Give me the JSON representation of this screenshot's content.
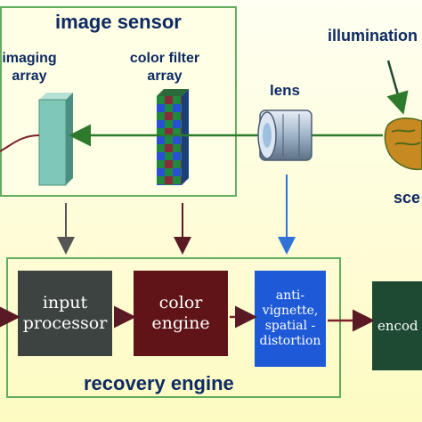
{
  "image_sensor": {
    "title": "image sensor",
    "imaging_array": [
      "imaging",
      "array"
    ],
    "color_filter_array": [
      "color filter",
      "array"
    ]
  },
  "lens_label": "lens",
  "illumination_label": "illumination",
  "scene_label": "sce",
  "recovery_engine": {
    "title": "recovery engine",
    "input_processor": [
      "input",
      "processor"
    ],
    "color_engine": [
      "color",
      "engine"
    ],
    "anti_vignette": [
      "anti-",
      "vignette,",
      "spatial -",
      "distortion"
    ],
    "encoder": "encod"
  },
  "colors": {
    "frame_border": "#62ad5f",
    "label_text": "#0d2a62",
    "green_arrow": "#2d7a2d",
    "gray_arrow": "#555555",
    "maroon_arrow": "#5a1a25",
    "blue_arrow": "#2f72d8",
    "input_processor_fill": "#3d4340",
    "color_engine_fill": "#601418",
    "anti_vignette_fill": "#1e5ad8",
    "encoder_fill": "#1e4a33"
  }
}
